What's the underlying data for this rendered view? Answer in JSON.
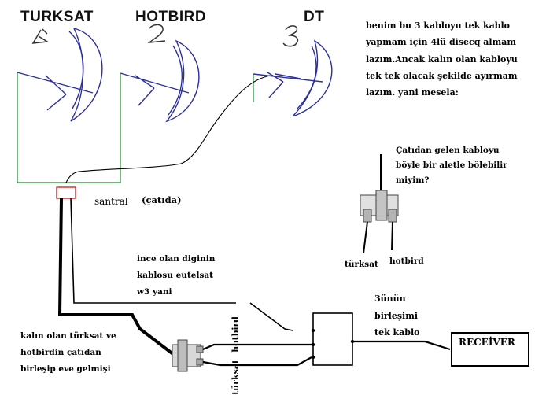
{
  "satellites": [
    {
      "name": "TURKSAT",
      "number": "1"
    },
    {
      "name": "HOTBIRD",
      "number": "2"
    },
    {
      "name": "DT",
      "number": "3"
    }
  ],
  "notes": {
    "main": "benim bu 3 kabloyu tek kablo yapmam için 4lü disecq almam lazım.Ancak kalın olan kabloyu tek tek olacak şekilde ayırmam lazım. yani mesela:",
    "question": [
      "Çatıdan gelen kabloyu",
      "böyle bir aletle bölebilir",
      "miyim?"
    ]
  },
  "labels": {
    "santral": "santral",
    "catida": "(çatıda)",
    "ince": [
      "ince olan diginin",
      "kablosu eutelsat",
      "w3 yani"
    ],
    "kalin": [
      "kalın olan türksat ve",
      "hotbirdin çatıdan",
      "birleşip eve gelmişi"
    ],
    "splitter_turksat": "türksat",
    "splitter_hotbird": "hotbird",
    "cable_hotbird": "hotbird",
    "cable_turksat": "türksat",
    "combined": [
      "3ünün",
      "birleşimi",
      "tek kablo"
    ],
    "receiver": "RECEİVER"
  },
  "colors": {
    "dish_stroke": "#2b2f9e",
    "cable_green": "#1e8a2a",
    "santral_box": "#cc2b2b",
    "line": "#000000"
  }
}
